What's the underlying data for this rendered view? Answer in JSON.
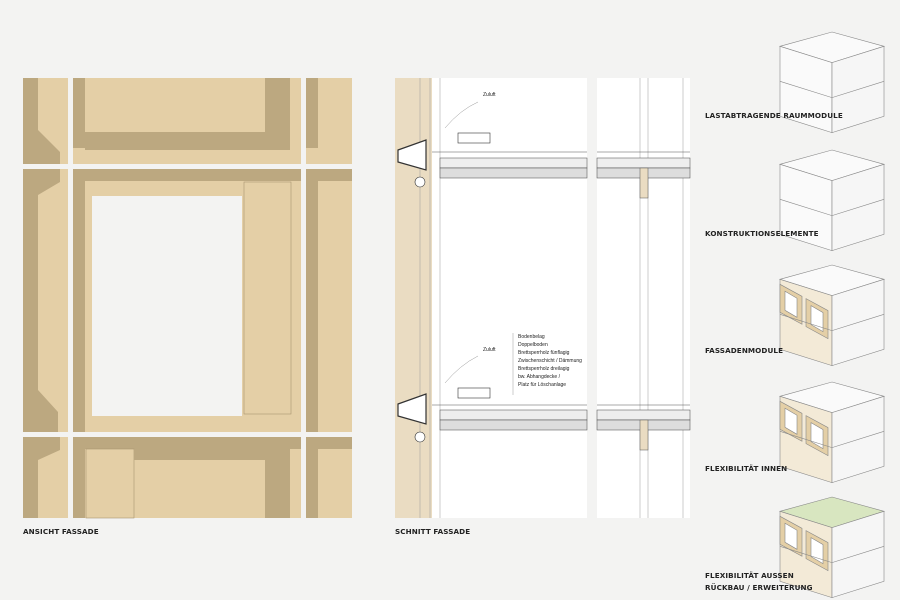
{
  "elevation": {
    "label": "ANSICHT FASSADE"
  },
  "section": {
    "label": "SCHNITT FASSADE",
    "zuluft_top": "Zuluft",
    "zuluft_bottom": "Zuluft",
    "layers": [
      "Bodenbelag",
      "Doppelboden",
      "Brettsperrholz fünflagig",
      "Zwischenschicht / Dämmung",
      "Brettsperrholz dreilagig",
      "bw. Abhangdecke /",
      "Platz für Löschanlage"
    ]
  },
  "modules": [
    {
      "label": "LASTABTRAGENDE RAUMMODULE"
    },
    {
      "label": "KONSTRUKTIONSELEMENTE"
    },
    {
      "label": "FASSADENMODULE"
    },
    {
      "label": "FLEXIBILITÄT INNEN"
    },
    {
      "label": "FLEXIBILITÄT AUSSEN",
      "label2": "RÜCKBAU / ERWEITERUNG"
    }
  ],
  "colors": {
    "wood_light": "#e4cfa6",
    "wood_dark": "#bca880",
    "green": "#d8e6c0"
  }
}
